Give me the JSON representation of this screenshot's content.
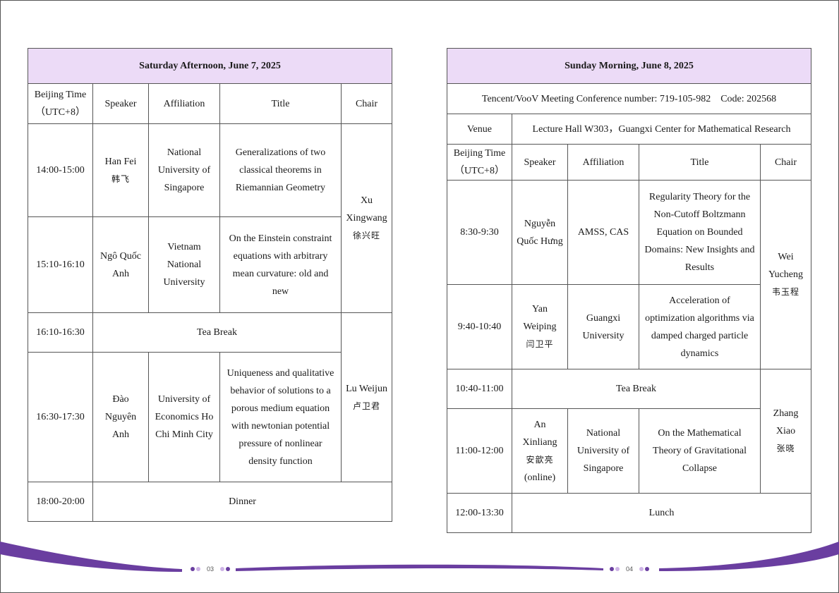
{
  "left": {
    "header": "Saturday Afternoon, June 7, 2025",
    "columns": [
      "Beijing Time\n（UTC+8）",
      "Speaker",
      "Affiliation",
      "Title",
      "Chair"
    ],
    "rows": [
      {
        "time": "14:00-15:00",
        "speaker": "Han Fei",
        "speaker_cn": "韩飞",
        "affiliation": "National University of Singapore",
        "title": "Generalizations of two classical theorems in Riemannian Geometry"
      },
      {
        "time": "15:10-16:10",
        "speaker": "Ngô Quốc Anh",
        "speaker_cn": "",
        "affiliation": "Vietnam National University",
        "title": "On the Einstein constraint equations with arbitrary mean curvature: old and new"
      },
      {
        "time": "16:10-16:30",
        "merged": "Tea Break"
      },
      {
        "time": "16:30-17:30",
        "speaker": "Đào Nguyên Anh",
        "speaker_cn": "",
        "affiliation": "University of Economics Ho Chi Minh City",
        "title": "Uniqueness and qualitative behavior of solutions to a porous medium equation with newtonian potential pressure of nonlinear density function"
      },
      {
        "time": "18:00-20:00",
        "merged": "Dinner"
      }
    ],
    "chairs": [
      {
        "name": "Xu Xingwang",
        "name_cn": "徐兴旺"
      },
      {
        "name": "Lu Weijun",
        "name_cn": "卢卫君"
      }
    ]
  },
  "right": {
    "header": "Sunday Morning, June 8, 2025",
    "meeting": "Tencent/VooV Meeting Conference number: 719-105-982    Code: 202568",
    "venue_label": "Venue",
    "venue": "Lecture Hall W303，Guangxi Center for Mathematical Research",
    "columns": [
      "Beijing Time\n（UTC+8）",
      "Speaker",
      "Affiliation",
      "Title",
      "Chair"
    ],
    "rows": [
      {
        "time": "8:30-9:30",
        "speaker": "Nguyễn Quốc Hưng",
        "speaker_cn": "",
        "affiliation": "AMSS, CAS",
        "title": "Regularity Theory for the Non-Cutoff Boltzmann Equation on Bounded Domains: New Insights and Results"
      },
      {
        "time": "9:40-10:40",
        "speaker": "Yan Weiping",
        "speaker_cn": "闫卫平",
        "affiliation": "Guangxi University",
        "title": "Acceleration of optimization algorithms via damped charged particle dynamics"
      },
      {
        "time": "10:40-11:00",
        "merged": "Tea Break"
      },
      {
        "time": "11:00-12:00",
        "speaker": "An Xinliang",
        "speaker_cn": "安歆亮",
        "speaker_note": "(online)",
        "affiliation": "National University of Singapore",
        "title": "On the Mathematical Theory of Gravitational Collapse"
      },
      {
        "time": "12:00-13:30",
        "merged": "Lunch"
      }
    ],
    "chairs": [
      {
        "name": "Wei Yucheng",
        "name_cn": "韦玉程"
      },
      {
        "name": "Zhang Xiao",
        "name_cn": "张晓"
      }
    ]
  },
  "footer": {
    "page_left": "03",
    "page_right": "04",
    "accent": "#6a3ea0",
    "accent_light": "#cdb3e6",
    "header_fill": "#ecdbf7"
  }
}
